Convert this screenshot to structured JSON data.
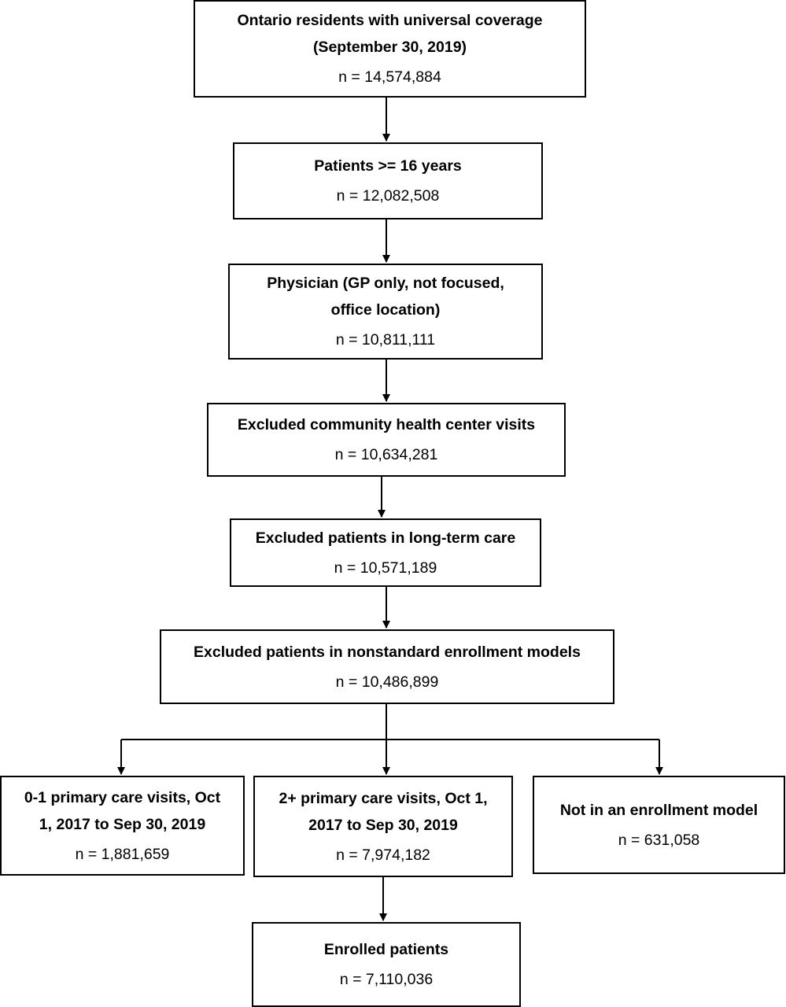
{
  "flowchart": {
    "ontario": {
      "title_line1": "Ontario residents with universal coverage",
      "title_line2": "(September 30, 2019)",
      "count": "n = 14,574,884"
    },
    "age": {
      "title": "Patients >= 16 years",
      "count": "n = 12,082,508"
    },
    "physician": {
      "title_line1": "Physician (GP only, not focused,",
      "title_line2": "office location)",
      "count": "n = 10,811,111"
    },
    "chc": {
      "title": "Excluded community health center visits",
      "count": "n = 10,634,281"
    },
    "ltc": {
      "title": "Excluded patients in long-term care",
      "count": "n = 10,571,189"
    },
    "nonstd": {
      "title": "Excluded patients in nonstandard enrollment models",
      "count": "n = 10,486,899"
    },
    "low_visits": {
      "title_line1": "0-1 primary care visits, Oct",
      "title_line2": "1, 2017 to Sep 30, 2019",
      "count": "n = 1,881,659"
    },
    "high_visits": {
      "title_line1": "2+ primary care visits, Oct 1,",
      "title_line2": "2017 to Sep 30, 2019",
      "count": "n = 7,974,182"
    },
    "not_enrolled": {
      "title": "Not in an enrollment model",
      "count": "n = 631,058"
    },
    "enrolled": {
      "title": "Enrolled patients",
      "count": "n = 7,110,036"
    }
  }
}
